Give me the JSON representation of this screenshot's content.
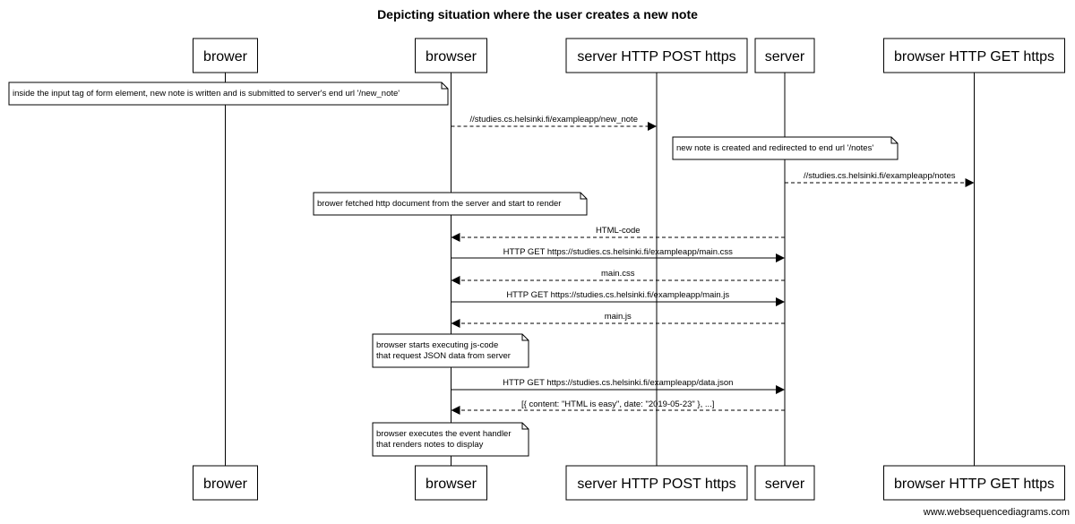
{
  "title": "Depicting situation where the user creates a new note",
  "footer": "www.websequencediagrams.com",
  "participants": [
    {
      "id": "brower",
      "label": "brower"
    },
    {
      "id": "browser",
      "label": "browser"
    },
    {
      "id": "post",
      "label": "server HTTP POST https"
    },
    {
      "id": "server",
      "label": "server"
    },
    {
      "id": "get",
      "label": "browser HTTP GET https"
    }
  ],
  "steps": [
    {
      "kind": "note",
      "lines": [
        "inside the input tag of form element, new note is written and is submitted to server's end url '/new_note'"
      ]
    },
    {
      "kind": "message",
      "from": "browser",
      "to": "post",
      "style": "dashed",
      "label": "//studies.cs.helsinki.fi/exampleapp/new_note"
    },
    {
      "kind": "note",
      "lines": [
        "new note is created and  redirected to end url '/notes'"
      ]
    },
    {
      "kind": "message",
      "from": "server",
      "to": "get",
      "style": "dashed",
      "label": "//studies.cs.helsinki.fi/exampleapp/notes"
    },
    {
      "kind": "note",
      "lines": [
        "brower fetched http document from the server and start to render"
      ]
    },
    {
      "kind": "message",
      "from": "server",
      "to": "browser",
      "style": "dashed",
      "label": "HTML-code"
    },
    {
      "kind": "message",
      "from": "browser",
      "to": "server",
      "style": "solid",
      "label": "HTTP GET https://studies.cs.helsinki.fi/exampleapp/main.css"
    },
    {
      "kind": "message",
      "from": "server",
      "to": "browser",
      "style": "dashed",
      "label": "main.css"
    },
    {
      "kind": "message",
      "from": "browser",
      "to": "server",
      "style": "solid",
      "label": "HTTP GET https://studies.cs.helsinki.fi/exampleapp/main.js"
    },
    {
      "kind": "message",
      "from": "server",
      "to": "browser",
      "style": "dashed",
      "label": "main.js"
    },
    {
      "kind": "note",
      "lines": [
        "browser starts executing js-code",
        "that request JSON data from server"
      ]
    },
    {
      "kind": "message",
      "from": "browser",
      "to": "server",
      "style": "solid",
      "label": "HTTP GET https://studies.cs.helsinki.fi/exampleapp/data.json"
    },
    {
      "kind": "message",
      "from": "server",
      "to": "browser",
      "style": "dashed",
      "label": "[{ content: \"HTML is easy\", date: \"2019-05-23\" }, ...]"
    },
    {
      "kind": "note",
      "lines": [
        "browser executes the event handler",
        "that renders notes to display"
      ]
    }
  ]
}
